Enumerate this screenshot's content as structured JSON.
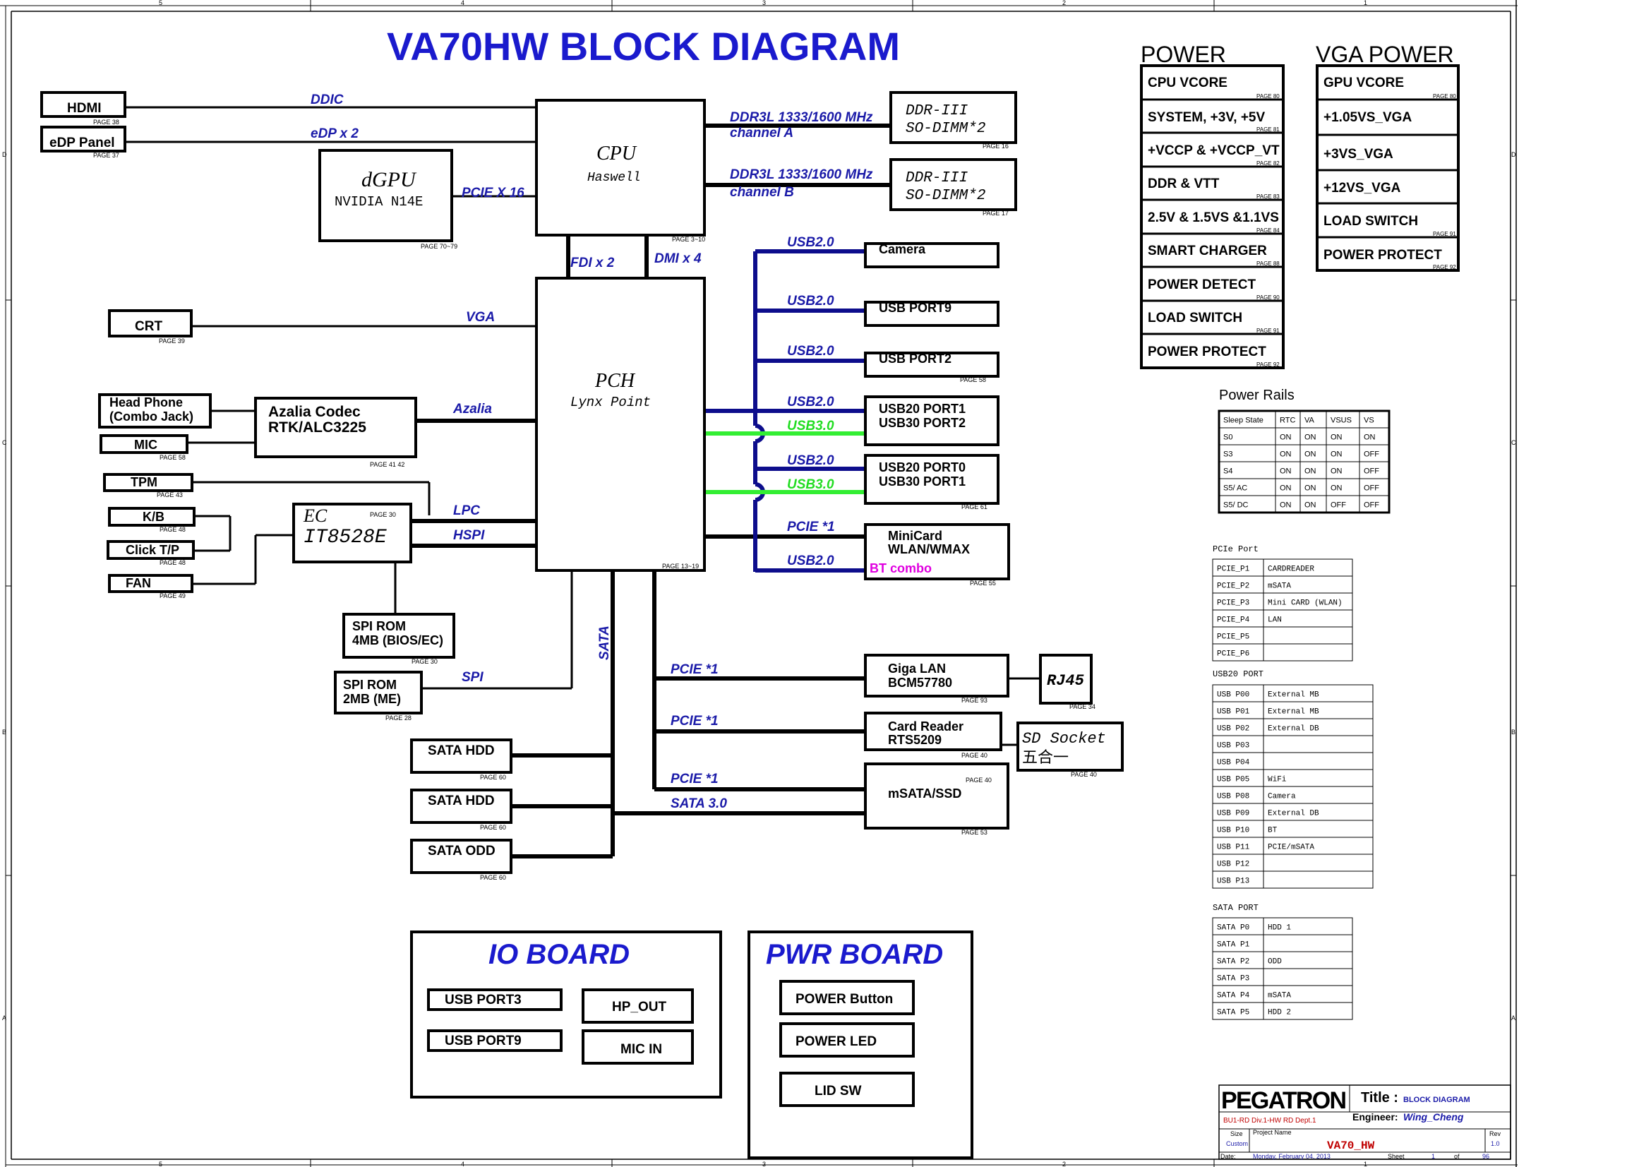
{
  "title": "VA70HW BLOCK DIAGRAM",
  "border": {
    "top_nums": [
      "5",
      "4",
      "3",
      "2",
      "1"
    ],
    "side_letters": [
      "D",
      "C",
      "B",
      "A"
    ]
  },
  "left": {
    "hdmi": "HDMI",
    "hdmi_page": "PAGE 38",
    "edp": "eDP Panel",
    "edp_page": "PAGE 37",
    "crt": "CRT",
    "crt_page": "PAGE 39",
    "headphone1": "Head Phone",
    "headphone2": "(Combo Jack)",
    "mic": "MIC",
    "mic_page": "PAGE 58",
    "tpm": "TPM",
    "tpm_page": "PAGE 43",
    "kb": "K/B",
    "kb_page": "PAGE 48",
    "clickpad": "Click T/P",
    "clickpad_page": "PAGE 48",
    "fan": "FAN",
    "fan_page": "PAGE 49"
  },
  "core": {
    "cpu_title": "CPU",
    "cpu_sub": "Haswell",
    "cpu_page": "PAGE 3~10",
    "pch_title": "PCH",
    "pch_sub": "Lynx Point",
    "pch_page": "PAGE 13~19",
    "dgpu_title": "dGPU",
    "dgpu_sub": "NVIDIA N14E",
    "dgpu_page": "PAGE 70~79",
    "azalia1": "Azalia Codec",
    "azalia2": "RTK/ALC3225",
    "azalia_page": "PAGE 41 42",
    "ec1": "EC",
    "ec2": "IT8528E",
    "ec_page": "PAGE 30",
    "spirom1_a": "SPI ROM",
    "spirom1_b": "4MB (BIOS/EC)",
    "spirom1_page": "PAGE 30",
    "spirom2_a": "SPI ROM",
    "spirom2_b": "2MB (ME)",
    "spirom2_page": "PAGE 28",
    "ddr_a1": "DDR-III",
    "ddr_a2": "SO-DIMM*2",
    "ddr_a_page": "PAGE 16",
    "ddr_b1": "DDR-III",
    "ddr_b2": "SO-DIMM*2",
    "ddr_b_page": "PAGE 17"
  },
  "buses": {
    "ddic": "DDIC",
    "edp": "eDP x 2",
    "pcie16": "PCIE X 16",
    "ddr_a1": "DDR3L 1333/1600 MHz",
    "ddr_a2": "channel A",
    "ddr_b1": "DDR3L 1333/1600 MHz",
    "ddr_b2": "channel B",
    "fdi": "FDI x 2",
    "dmi": "DMI x 4",
    "vga": "VGA",
    "azalia": "Azalia",
    "lpc": "LPC",
    "hspi": "HSPI",
    "spi": "SPI",
    "sata": "SATA",
    "usb20_1": "USB2.0",
    "usb20_2": "USB2.0",
    "usb20_3": "USB2.0",
    "usb20_4": "USB2.0",
    "usb20_5": "USB2.0",
    "usb20_6": "USB2.0",
    "usb30_1": "USB3.0",
    "usb30_2": "USB3.0",
    "pcie1_mini": "PCIE *1",
    "pcie1_lan": "PCIE *1",
    "pcie1_card": "PCIE *1",
    "pcie1_msata": "PCIE *1",
    "sata30": "SATA 3.0"
  },
  "right": {
    "camera": "Camera",
    "usbport9": "USB PORT9",
    "usbport2": "USB PORT2",
    "usbport2_page": "PAGE 58",
    "usb20p1": "USB20 PORT1",
    "usb30p2": "USB30 PORT2",
    "usb20p0": "USB20 PORT0",
    "usb30p1": "USB30 PORT1",
    "usb_page": "PAGE 61",
    "mini1": "MiniCard",
    "mini2": "WLAN/WMAX",
    "bt": "BT combo",
    "mini_page": "PAGE 55",
    "lan1": "Giga LAN",
    "lan2": "BCM57780",
    "lan_page": "PAGE 93",
    "rj45": "RJ45",
    "rj45_page": "PAGE 34",
    "cr1": "Card Reader",
    "cr2": "RTS5209",
    "cr_page": "PAGE 40",
    "sd1": "SD Socket",
    "sd2": "五合一",
    "sd_page": "PAGE 40",
    "msata": "mSATA/SSD",
    "msata_page_top": "PAGE 40",
    "msata_page": "PAGE 53"
  },
  "storage": {
    "hdd1": "SATA HDD",
    "hdd1_page": "PAGE 60",
    "hdd2": "SATA HDD",
    "hdd2_page": "PAGE 60",
    "odd": "SATA ODD",
    "odd_page": "PAGE 60"
  },
  "io_board": {
    "title": "IO BOARD",
    "usb3": "USB PORT3",
    "usb9": "USB PORT9",
    "hpout": "HP_OUT",
    "micin": "MIC IN"
  },
  "pwr_board": {
    "title": "PWR BOARD",
    "button": "POWER Button",
    "led": "POWER LED",
    "lid": "LID SW"
  },
  "power": {
    "title": "POWER",
    "items": [
      {
        "label": "CPU VCORE",
        "page": "PAGE 80"
      },
      {
        "label": "SYSTEM, +3V, +5V",
        "page": "PAGE 81"
      },
      {
        "label": "+VCCP & +VCCP_VT",
        "page": "PAGE 82"
      },
      {
        "label": "DDR & VTT",
        "page": "PAGE 83"
      },
      {
        "label": "2.5V & 1.5VS &1.1VS",
        "page": "PAGE 84"
      },
      {
        "label": "SMART CHARGER",
        "page": "PAGE 88"
      },
      {
        "label": "POWER DETECT",
        "page": "PAGE 90"
      },
      {
        "label": "LOAD SWITCH",
        "page": "PAGE 91"
      },
      {
        "label": "POWER PROTECT",
        "page": "PAGE 92"
      }
    ]
  },
  "vga_power": {
    "title": "VGA POWER",
    "items": [
      {
        "label": "GPU VCORE",
        "page": "PAGE 80"
      },
      {
        "label": "+1.05VS_VGA",
        "page": ""
      },
      {
        "label": "+3VS_VGA",
        "page": ""
      },
      {
        "label": "+12VS_VGA",
        "page": ""
      },
      {
        "label": "LOAD SWITCH",
        "page": "PAGE 91"
      },
      {
        "label": "POWER PROTECT",
        "page": "PAGE 92"
      }
    ]
  },
  "power_rails": {
    "title": "Power Rails",
    "header": [
      "Sleep State",
      "RTC",
      "VA",
      "VSUS",
      "VS"
    ],
    "rows": [
      [
        "S0",
        "ON",
        "ON",
        "ON",
        "ON"
      ],
      [
        "S3",
        "ON",
        "ON",
        "ON",
        "OFF"
      ],
      [
        "S4",
        "ON",
        "ON",
        "ON",
        "OFF"
      ],
      [
        "S5/ AC",
        "ON",
        "ON",
        "ON",
        "OFF"
      ],
      [
        "S5/ DC",
        "ON",
        "ON",
        "OFF",
        "OFF"
      ]
    ]
  },
  "pcie_port": {
    "title": "PCIe Port",
    "rows": [
      [
        "PCIE_P1",
        "CARDREADER"
      ],
      [
        "PCIE_P2",
        "mSATA"
      ],
      [
        "PCIE_P3",
        "Mini CARD (WLAN)"
      ],
      [
        "PCIE_P4",
        "LAN"
      ],
      [
        "PCIE_P5",
        ""
      ],
      [
        "PCIE_P6",
        ""
      ]
    ]
  },
  "usb20_port": {
    "title": "USB20 PORT",
    "rows": [
      [
        "USB P00",
        "External MB"
      ],
      [
        "USB P01",
        "External MB"
      ],
      [
        "USB P02",
        "External DB"
      ],
      [
        "USB P03",
        ""
      ],
      [
        "USB P04",
        ""
      ],
      [
        "USB P05",
        "WiFi"
      ],
      [
        "USB P08",
        "Camera"
      ],
      [
        "USB P09",
        "External DB"
      ],
      [
        "USB P10",
        "BT"
      ],
      [
        "USB P11",
        "PCIE/mSATA"
      ],
      [
        "USB P12",
        ""
      ],
      [
        "USB P13",
        ""
      ]
    ]
  },
  "sata_port": {
    "title": "SATA PORT",
    "rows": [
      [
        "SATA P0",
        "HDD 1"
      ],
      [
        "SATA P1",
        ""
      ],
      [
        "SATA P2",
        "ODD"
      ],
      [
        "SATA P3",
        ""
      ],
      [
        "SATA P4",
        "mSATA"
      ],
      [
        "SATA P5",
        "HDD 2"
      ]
    ]
  },
  "titleblock": {
    "company": "PEGATRON",
    "title_label": "Title :",
    "title_value": "BLOCK DIAGRAM",
    "dept": "BU1-RD Div.1-HW RD Dept.1",
    "engineer_label": "Engineer:",
    "engineer": "Wing_Cheng",
    "size_label": "Size",
    "size": "Custom",
    "project_label": "Project Name",
    "project": "VA70_HW",
    "rev_label": "Rev",
    "rev": "1.0",
    "date_label": "Date:",
    "date": "Monday, February 04, 2013",
    "sheet_label": "Sheet",
    "sheet": "1",
    "of_label": "of",
    "total": "96"
  },
  "colors": {
    "title": "#1a1acd",
    "bus_label": "#1a1aa8",
    "usb_line": "#0d0d8c",
    "usb3_line": "#33ee33",
    "usb3_label": "#22dd22",
    "bt": "#e000e0"
  }
}
